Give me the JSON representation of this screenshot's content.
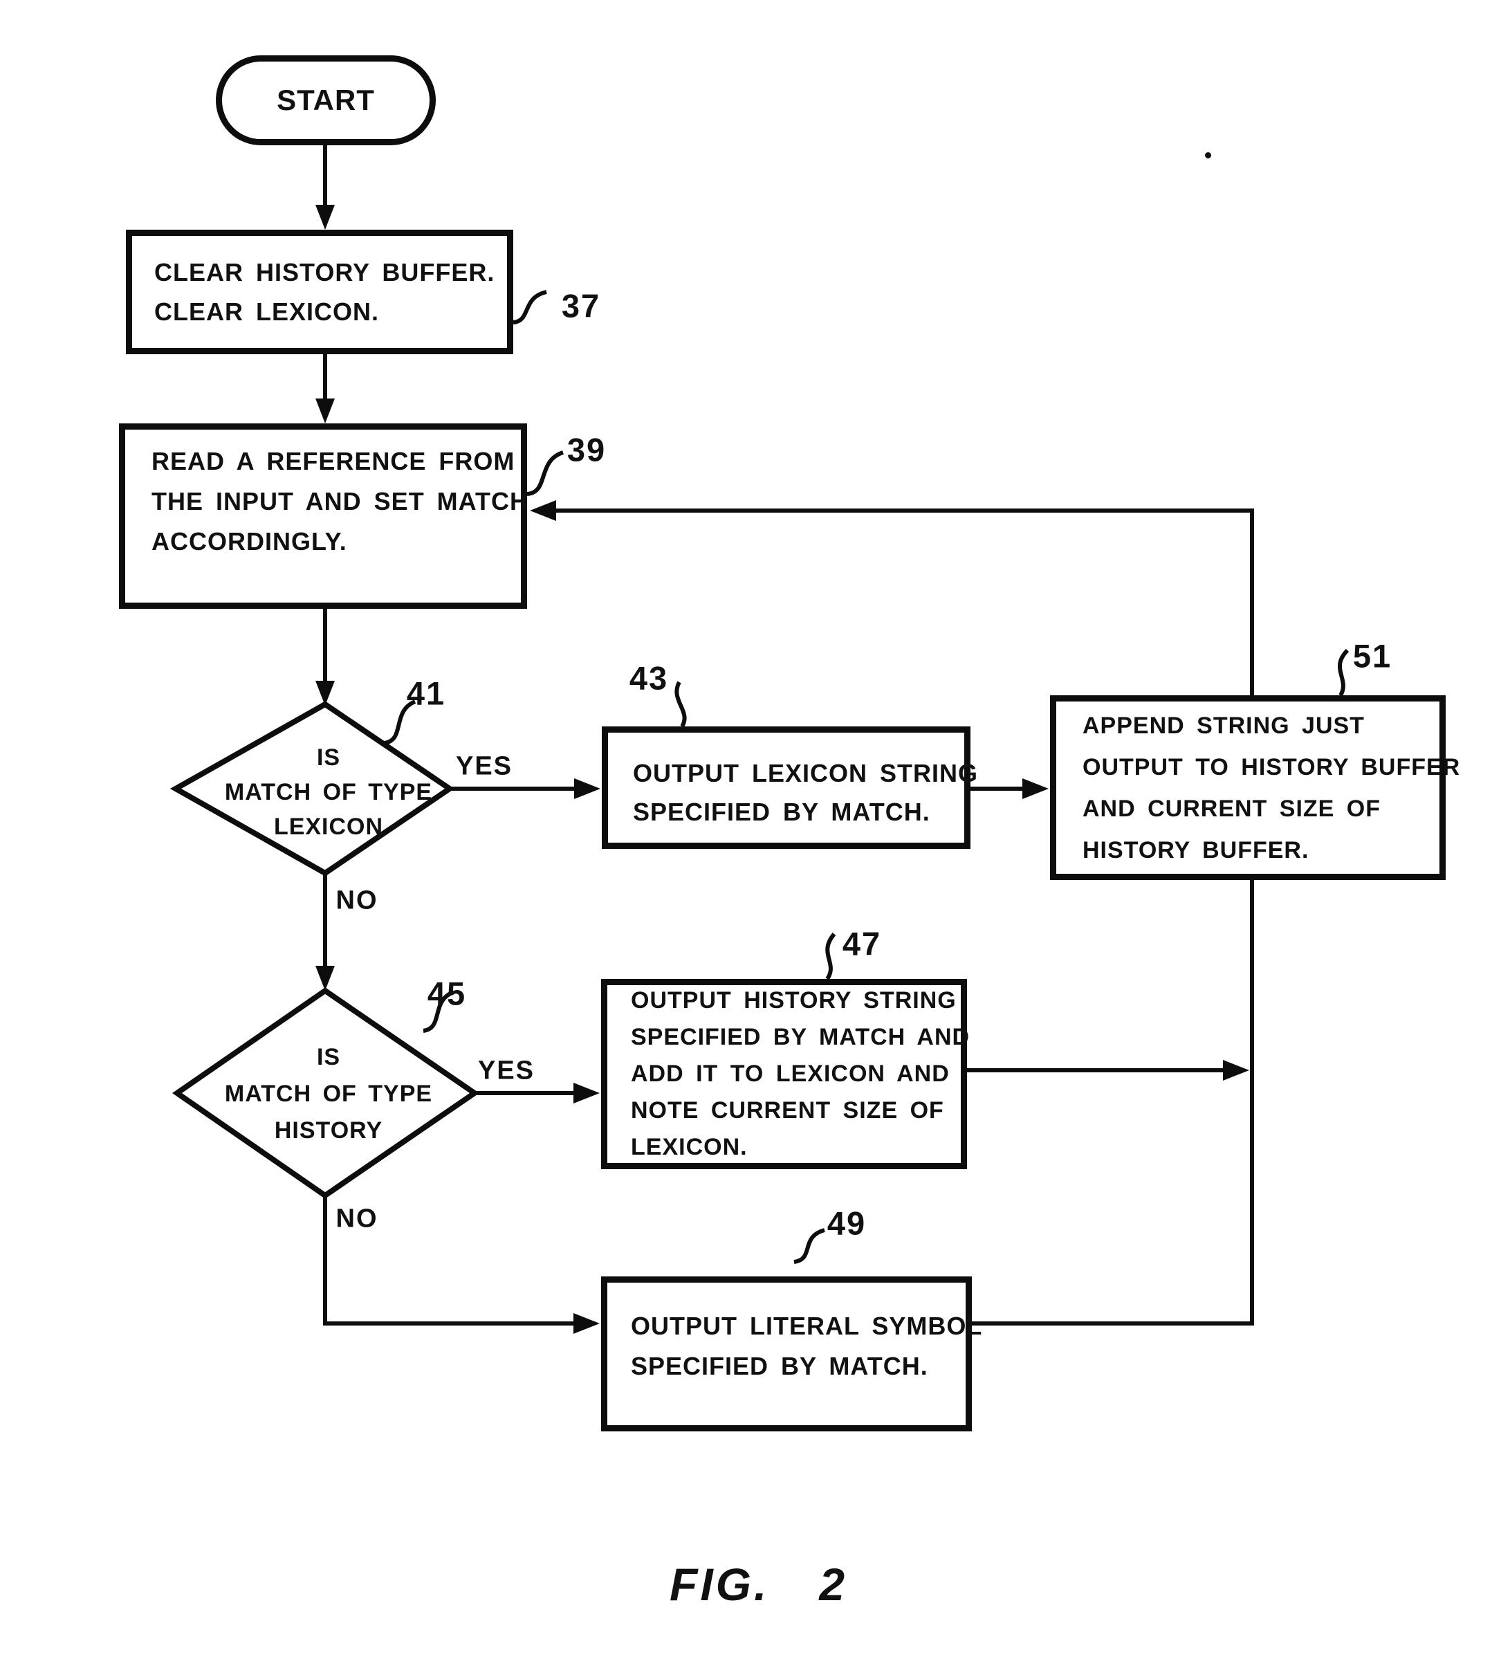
{
  "figure": {
    "caption": "FIG.",
    "number": "2"
  },
  "colors": {
    "ink": "#0d0d0d",
    "paper": "#ffffff"
  },
  "nodes": {
    "start": {
      "label": "START"
    },
    "clear": {
      "ref": "37",
      "lines": [
        "CLEAR HISTORY BUFFER.",
        "CLEAR LEXICON."
      ]
    },
    "read": {
      "ref": "39",
      "lines": [
        "READ A REFERENCE FROM",
        "THE INPUT AND SET MATCH",
        "ACCORDINGLY."
      ]
    },
    "is_lexicon": {
      "ref": "41",
      "lines": [
        "IS",
        "MATCH OF TYPE",
        "LEXICON"
      ]
    },
    "output_lexicon": {
      "ref": "43",
      "lines": [
        "OUTPUT LEXICON STRING",
        "SPECIFIED BY MATCH."
      ]
    },
    "is_history": {
      "ref": "45",
      "lines": [
        "IS",
        "MATCH OF TYPE",
        "HISTORY"
      ]
    },
    "output_history": {
      "ref": "47",
      "lines": [
        "OUTPUT HISTORY STRING",
        "SPECIFIED BY MATCH AND",
        "ADD IT TO LEXICON AND",
        "NOTE CURRENT SIZE OF",
        "LEXICON."
      ]
    },
    "output_literal": {
      "ref": "49",
      "lines": [
        "OUTPUT LITERAL SYMBOL",
        "SPECIFIED BY MATCH."
      ]
    },
    "append": {
      "ref": "51",
      "lines": [
        "APPEND STRING JUST",
        "OUTPUT TO HISTORY BUFFER",
        "AND CURRENT SIZE OF",
        "HISTORY BUFFER."
      ]
    }
  },
  "edge_labels": {
    "lexicon_yes": "YES",
    "lexicon_no": "NO",
    "history_yes": "YES",
    "history_no": "NO"
  }
}
